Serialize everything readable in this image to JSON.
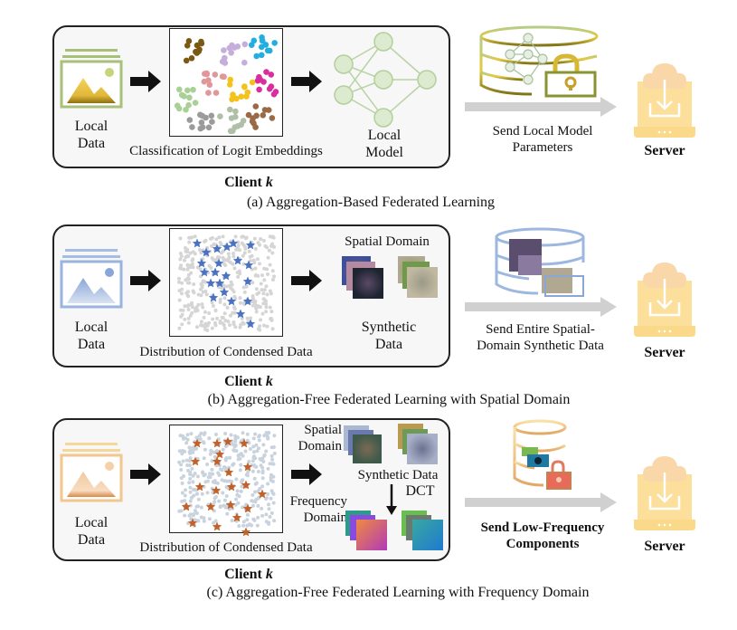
{
  "figure": {
    "panels": [
      {
        "id": "a",
        "local_data_label": [
          "Local",
          "Data"
        ],
        "plot_caption": "Classification of Logit Embeddings",
        "output_label": [
          "Local",
          "Model"
        ],
        "client_label": "Client",
        "client_var": "k",
        "send_label": [
          "Send Local Model",
          "Parameters"
        ],
        "send_bold": false,
        "server_label": "Server",
        "caption": "(a) Aggregation-Based Federated Learning",
        "theme_color": "#b5c97a",
        "icon_color": "#d9b93a",
        "cluster_colors": [
          "#7a5a12",
          "#c5aedc",
          "#22aee0",
          "#d92e9e",
          "#f3c21c",
          "#e1969a",
          "#a8d196",
          "#9b9b9b",
          "#b0c0a8",
          "#9a6a48"
        ]
      },
      {
        "id": "b",
        "local_data_label": [
          "Local",
          "Data"
        ],
        "plot_caption": "Distribution of Condensed Data",
        "domain_label": "Spatial Domain",
        "output_label": [
          "Synthetic",
          "Data"
        ],
        "client_label": "Client",
        "client_var": "k",
        "send_label": [
          "Send Entire Spatial-",
          "Domain Synthetic Data"
        ],
        "send_bold": false,
        "server_label": "Server",
        "caption": "(b) Aggregation-Free Federated Learning with Spatial Domain",
        "theme_color": "#8fb0dc",
        "star_color": "#4a72c4"
      },
      {
        "id": "c",
        "local_data_label": [
          "Local",
          "Data"
        ],
        "plot_caption": "Distribution of Condensed Data",
        "spatial_label": [
          "Spatial",
          "Domain"
        ],
        "frequency_label": [
          "Frequency",
          "Domain"
        ],
        "synthetic_label": "Synthetic Data",
        "transform_label": "DCT",
        "client_label": "Client",
        "client_var": "k",
        "send_label": [
          "Send Low-Frequency",
          "Components"
        ],
        "send_bold": true,
        "server_label": "Server",
        "caption": "(c) Aggregation-Free Federated Learning with Frequency Domain",
        "theme_color": "#f0c28f",
        "star_color": "#c0622a"
      }
    ],
    "server_color": "#fbd98a",
    "arrow_color": "#d0d0d0"
  }
}
